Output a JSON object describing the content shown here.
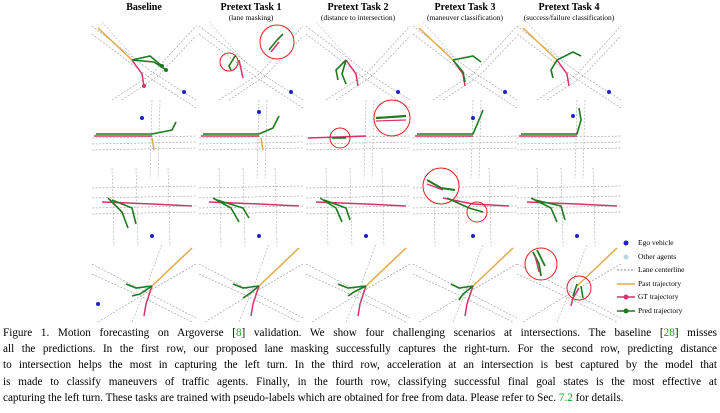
{
  "columns": [
    {
      "title": "Baseline",
      "subtitle": ""
    },
    {
      "title": "Pretext Task 1",
      "subtitle": "(lane masking)"
    },
    {
      "title": "Pretext Task 2",
      "subtitle": "(distance to intersection)"
    },
    {
      "title": "Pretext Task 3",
      "subtitle": "(maneuver classification)"
    },
    {
      "title": "Pretext Task 4",
      "subtitle": "(success/failure classification)"
    }
  ],
  "legend": [
    {
      "label": "Ego vehicle",
      "symbol": "dot",
      "color": "#1a22c8"
    },
    {
      "label": "Other agents",
      "symbol": "dot",
      "color": "#b9d6df"
    },
    {
      "label": "Lane centerline",
      "symbol": "dashed-line",
      "color": "#888888"
    },
    {
      "label": "Past trajectory",
      "symbol": "line",
      "color": "#e2a94a"
    },
    {
      "label": "GT trajectory",
      "symbol": "line-dot",
      "color": "#d6336c"
    },
    {
      "label": "Pred trajectory",
      "symbol": "line-dot",
      "color": "#1e7a1e"
    }
  ],
  "colors": {
    "highlight_circle": "#e02020",
    "reference_link": "#1aa31a"
  },
  "caption": {
    "lines": [
      [
        "Figure 1. Motion forecasting on Argoverse [",
        "8",
        "] validation. We show four challenging scenarios at intersections. The baseline [",
        "28",
        "] misses"
      ],
      [
        "all the predictions. In the first row, our proposed lane masking successfully captures the right-turn. For the second row, predicting distance"
      ],
      [
        "to intersection helps the most in capturing the left turn. In the third row, acceleration at an intersection is best captured by the model that"
      ],
      [
        "is made to classify maneuvers of traffic agents. Finally, in the fourth row, classifying successful final goal states is the most effective at"
      ],
      [
        "capturing the left turn. These tasks are trained with pseudo-labels which are obtained for free from data. Please refer to Sec. ",
        "7.2",
        " for details."
      ]
    ]
  }
}
